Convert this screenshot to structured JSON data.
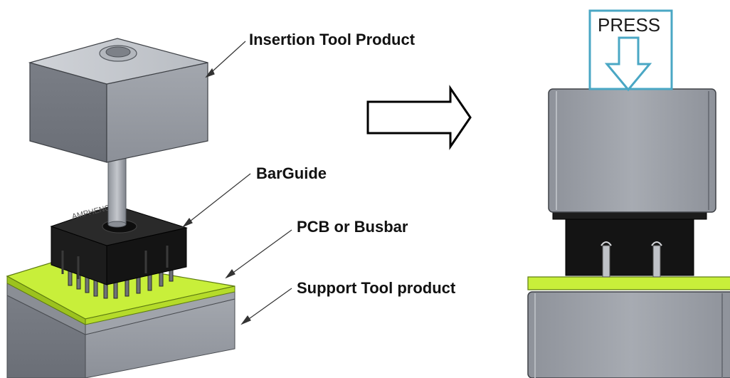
{
  "labels": {
    "insertion_tool": "Insertion Tool Product",
    "barguide": "BarGuide",
    "pcb": "PCB or Busbar",
    "support_tool": "Support Tool product",
    "press": "PRESS"
  },
  "colors": {
    "tool_gray": "#9a9ea6",
    "pcb_green": "#c8ef3a",
    "barguide_black": "#151515",
    "press_outline": "#4aa7c4"
  },
  "icons": [
    "process-arrow-icon",
    "press-arrow-icon"
  ]
}
